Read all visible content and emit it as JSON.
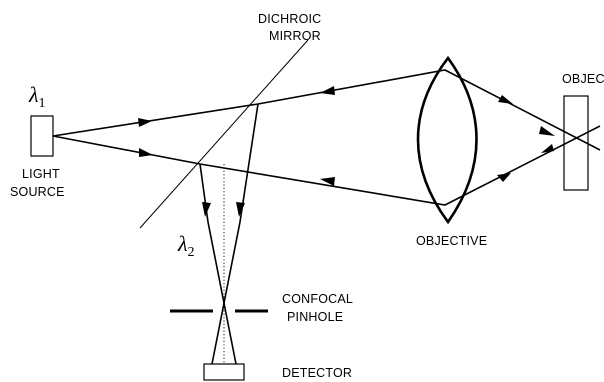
{
  "labels": {
    "dichroic_line1": "DICHROIC",
    "dichroic_line2": "MIRROR",
    "object": "OBJECT",
    "light_line1": "LIGHT",
    "light_line2": "SOURCE",
    "objective": "OBJECTIVE",
    "confocal_line1": "CONFOCAL",
    "confocal_line2": "PINHOLE",
    "detector": "DETECTOR"
  },
  "math": {
    "lambda1_symbol": "λ",
    "lambda1_sub": "1",
    "lambda2_symbol": "λ",
    "lambda2_sub": "2"
  }
}
